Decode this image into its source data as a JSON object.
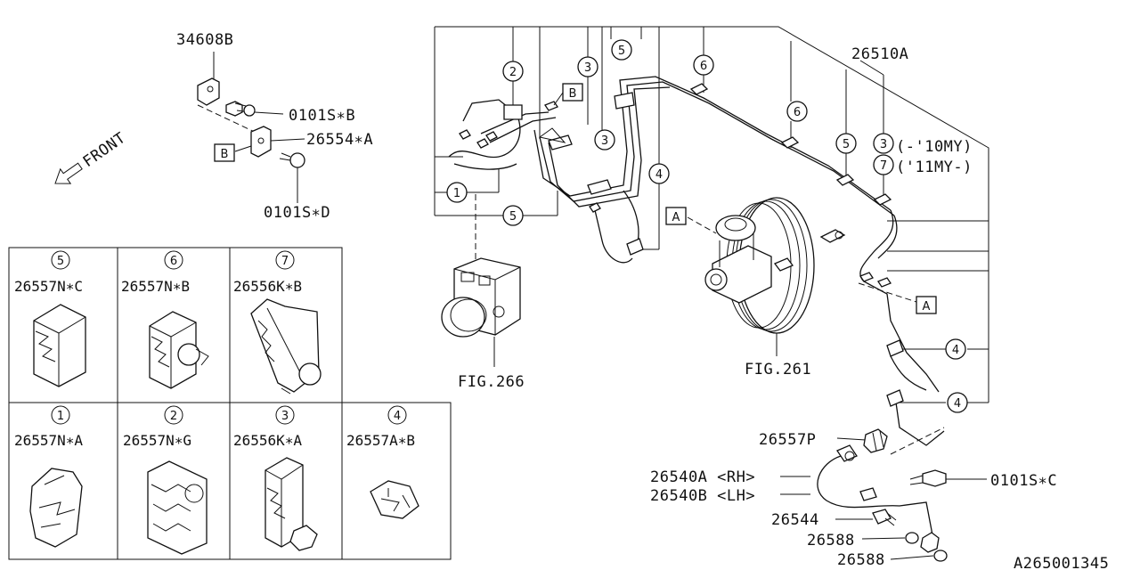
{
  "labels": {
    "p34608B": "34608B",
    "p0101S_B": "0101S∗B",
    "p26554_A": "26554∗A",
    "p0101S_D": "0101S∗D",
    "front": "FRONT",
    "p26510A": "26510A",
    "note3": "(-'10MY)",
    "note7": "('11MY-)",
    "fig266": "FIG.266",
    "fig261": "FIG.261",
    "p26557P": "26557P",
    "p26540A": "26540A <RH>",
    "p26540B": "26540B <LH>",
    "p0101S_C": "0101S∗C",
    "p26544": "26544",
    "p26588a": "26588",
    "p26588b": "26588",
    "diagram_id": "A265001345"
  },
  "callouts": {
    "c1": "1",
    "c2": "2",
    "c3a": "3",
    "c3b": "3",
    "c3c": "3",
    "c4a": "4",
    "c4b": "4",
    "c4c": "4",
    "c5a": "5",
    "c5b": "5",
    "c5c": "5",
    "c6a": "6",
    "c6b": "6",
    "c7": "7",
    "boxA1": "A",
    "boxA2": "A",
    "boxB1": "B",
    "boxB2": "B"
  },
  "clip_table": {
    "row1": [
      {
        "num": "5",
        "part": "26557N∗C"
      },
      {
        "num": "6",
        "part": "26557N∗B"
      },
      {
        "num": "7",
        "part": "26556K∗B"
      }
    ],
    "row2": [
      {
        "num": "1",
        "part": "26557N∗A"
      },
      {
        "num": "2",
        "part": "26557N∗G"
      },
      {
        "num": "3",
        "part": "26556K∗A"
      },
      {
        "num": "4",
        "part": "26557A∗B"
      }
    ]
  }
}
